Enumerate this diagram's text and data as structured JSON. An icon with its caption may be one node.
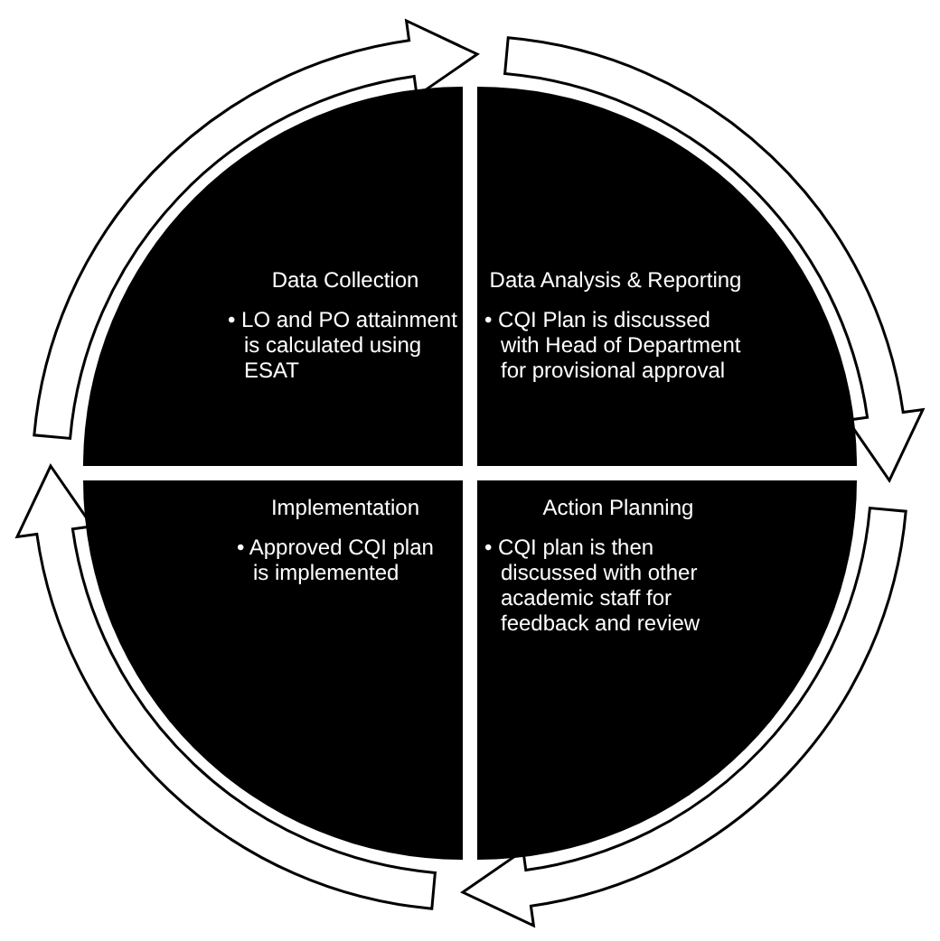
{
  "diagram": {
    "nodes": [
      {
        "text": [
          "Data Collection",
          "• LO and PO attainment is calculated using ESAT"
        ]
      },
      {
        "text": [
          "Data Analysis & Reporting",
          "• CQI Plan is discussed with Head of Department for provisional approval"
        ]
      },
      {
        "text": [
          "Action Planning",
          "• CQI plan is then discussed with other academic staff for feedback and review"
        ]
      },
      {
        "text": [
          "Implementation",
          "• Approved CQI plan is implemented"
        ]
      }
    ],
    "edges": [
      {
        "from": 0,
        "to": 1,
        "arrow": "to"
      },
      {
        "from": 1,
        "to": 2,
        "arrow": "to"
      },
      {
        "from": 2,
        "to": 3,
        "arrow": "to"
      },
      {
        "from": 3,
        "to": 0,
        "arrow": "to"
      }
    ]
  }
}
